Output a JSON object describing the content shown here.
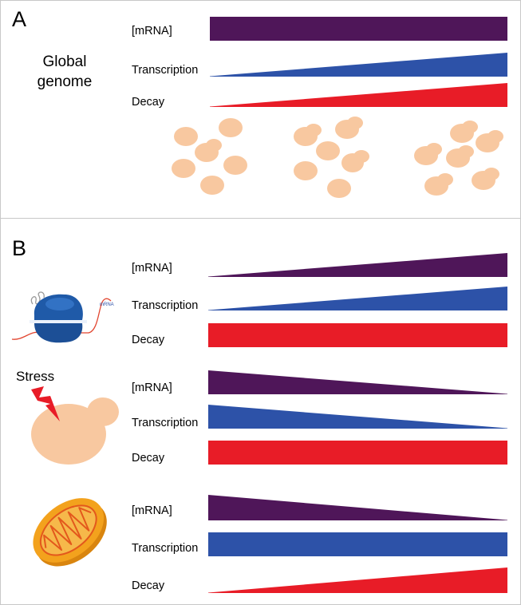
{
  "colors": {
    "mrna": "#4f1659",
    "transcription": "#2d52a8",
    "decay": "#e81c27",
    "cell": "#f8c8a0",
    "mito_outer": "#f3a21d",
    "mito_inner": "#e3581c"
  },
  "panel_a": {
    "letter": "A",
    "subject": "Global\ngenome",
    "rows": [
      {
        "label": "[mRNA]",
        "shape": "constant",
        "color_key": "mrna"
      },
      {
        "label": "Transcription",
        "shape": "increasing",
        "color_key": "transcription"
      },
      {
        "label": "Decay",
        "shape": "increasing",
        "color_key": "decay"
      }
    ]
  },
  "panel_b": {
    "letter": "B",
    "groups": [
      {
        "icon": "ribosome-mrna-icon",
        "rows": [
          {
            "label": "[mRNA]",
            "shape": "increasing",
            "color_key": "mrna"
          },
          {
            "label": "Transcription",
            "shape": "increasing",
            "color_key": "transcription"
          },
          {
            "label": "Decay",
            "shape": "constant",
            "color_key": "decay"
          }
        ]
      },
      {
        "icon": "stressed-cell-icon",
        "icon_label": "Stress",
        "rows": [
          {
            "label": "[mRNA]",
            "shape": "decreasing",
            "color_key": "mrna"
          },
          {
            "label": "Transcription",
            "shape": "decreasing",
            "color_key": "transcription"
          },
          {
            "label": "Decay",
            "shape": "constant",
            "color_key": "decay"
          }
        ]
      },
      {
        "icon": "mitochondrion-icon",
        "rows": [
          {
            "label": "[mRNA]",
            "shape": "decreasing",
            "color_key": "mrna"
          },
          {
            "label": "Transcription",
            "shape": "constant",
            "color_key": "transcription"
          },
          {
            "label": "Decay",
            "shape": "increasing",
            "color_key": "decay"
          }
        ]
      }
    ]
  },
  "ribosome_mrna_tag": "mRNA"
}
